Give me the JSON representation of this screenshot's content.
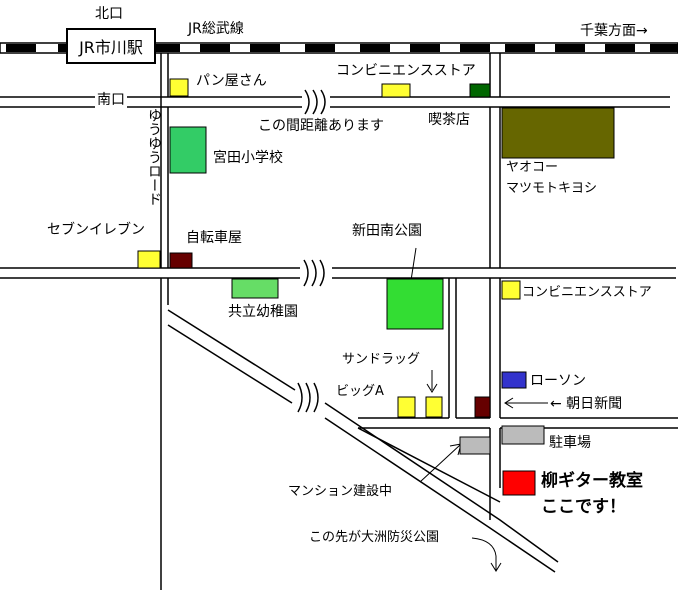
{
  "station": "JR市川駅",
  "labels": {
    "north_exit": "北口",
    "south_exit": "南口",
    "rail_line": "JR総武線",
    "chiba_direction": "千葉方面→",
    "bakery": "パン屋さん",
    "convenience_store_1": "コンビニエンスストア",
    "distance_note": "この間距離あります",
    "cafe": "喫茶店",
    "yuyu_road": "ゆうゆうロード",
    "miyata_school": "宮田小学校",
    "yaoko": "ヤオコー",
    "matsumoto_kiyoshi": "マツモトキヨシ",
    "seven_eleven": "セブンイレブン",
    "bicycle_shop": "自転車屋",
    "shinden_park": "新田南公園",
    "kindergarten": "共立幼稚園",
    "convenience_store_2": "コンビニエンスストア",
    "sundrug": "サンドラッグ",
    "big_a": "ビッグA",
    "lawson": "ローソン",
    "asahi_shimbun": "← 朝日新聞",
    "parking": "駐車場",
    "mansion": "マンション建設中",
    "classroom_line1": "柳ギター教室",
    "classroom_line2": "ここです！",
    "disaster_park": "この先が大洲防災公園"
  },
  "colors": {
    "yellow": "#ffff33",
    "green": "#33cc66",
    "light_green": "#66dd66",
    "park_green": "#33dd33",
    "dark_green": "#006600",
    "olive": "#666600",
    "dark_red": "#660000",
    "blue": "#3333cc",
    "gray": "#bbbbbb",
    "red": "#ff0000"
  }
}
